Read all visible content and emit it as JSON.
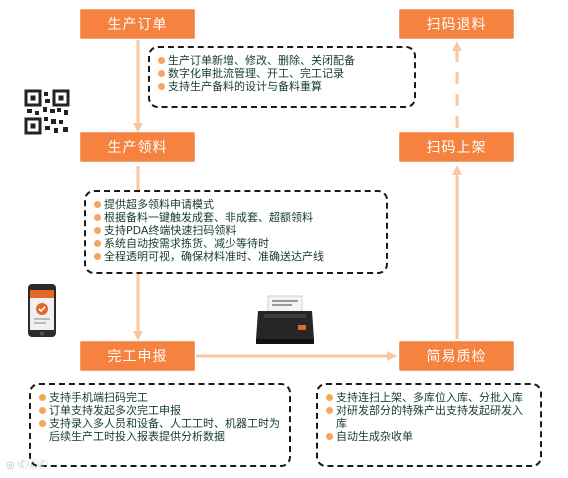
{
  "nodes": {
    "production_order": "生产订单",
    "production_pick": "生产领料",
    "completion_report": "完工申报",
    "simple_qc": "简易质检",
    "scan_shelf": "扫码上架",
    "scan_return": "扫码退料"
  },
  "notes": {
    "order": [
      "生产订单新增、修改、删除、关闭配备",
      "数字化审批流管理、开工、完工记录",
      "支持生产备料的设计与备料重算"
    ],
    "pick": [
      "提供超多领料申请模式",
      "根据备料一键触发成套、非成套、超额领料",
      "支持PDA终端快速扫码领料",
      "系统自动按需求拣货、减少等待时",
      "全程透明可视，确保材料准时、准确送达产线"
    ],
    "completion": [
      "支持手机端扫码完工",
      "订单支持发起多次完工申报",
      "支持录入多人员和设备、人工工时、机器工时为后续生产工时投入报表提供分析数据"
    ],
    "qc": [
      "支持连扫上架、多库位入库、分批入库",
      "对研发部分的特殊产出支持发起研发入库",
      "自动生成杂收单"
    ]
  },
  "icons": [
    "qr-code-icon",
    "phone-icon",
    "printer-icon"
  ],
  "colors": {
    "node_fill": "#f5823f",
    "arrow": "#f9c7a0",
    "bullet": "#f5a65b",
    "note_text": "#163c2c"
  }
}
